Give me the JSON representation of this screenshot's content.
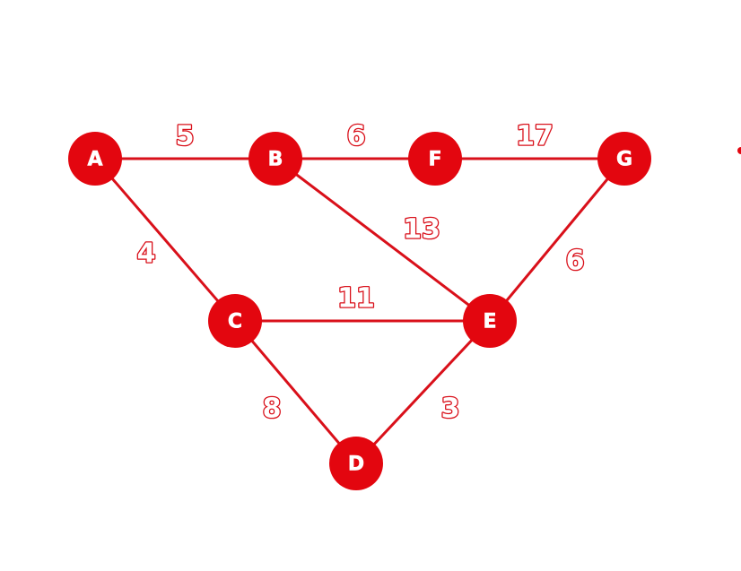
{
  "colors": {
    "node_fill": "#e3060f",
    "edge_stroke": "#d9101a",
    "label_text": "#ffffff",
    "background": "#ffffff"
  },
  "nodes": [
    {
      "id": "A",
      "label": "A"
    },
    {
      "id": "B",
      "label": "B"
    },
    {
      "id": "F",
      "label": "F"
    },
    {
      "id": "G",
      "label": "G"
    },
    {
      "id": "C",
      "label": "C"
    },
    {
      "id": "E",
      "label": "E"
    },
    {
      "id": "D",
      "label": "D"
    }
  ],
  "edges": [
    {
      "from": "A",
      "to": "B",
      "weight": "5"
    },
    {
      "from": "B",
      "to": "F",
      "weight": "6"
    },
    {
      "from": "F",
      "to": "G",
      "weight": "17"
    },
    {
      "from": "B",
      "to": "E",
      "weight": "13"
    },
    {
      "from": "G",
      "to": "E",
      "weight": "6"
    },
    {
      "from": "A",
      "to": "C",
      "weight": "4"
    },
    {
      "from": "C",
      "to": "E",
      "weight": "11"
    },
    {
      "from": "C",
      "to": "D",
      "weight": "8"
    },
    {
      "from": "E",
      "to": "D",
      "weight": "3"
    }
  ]
}
